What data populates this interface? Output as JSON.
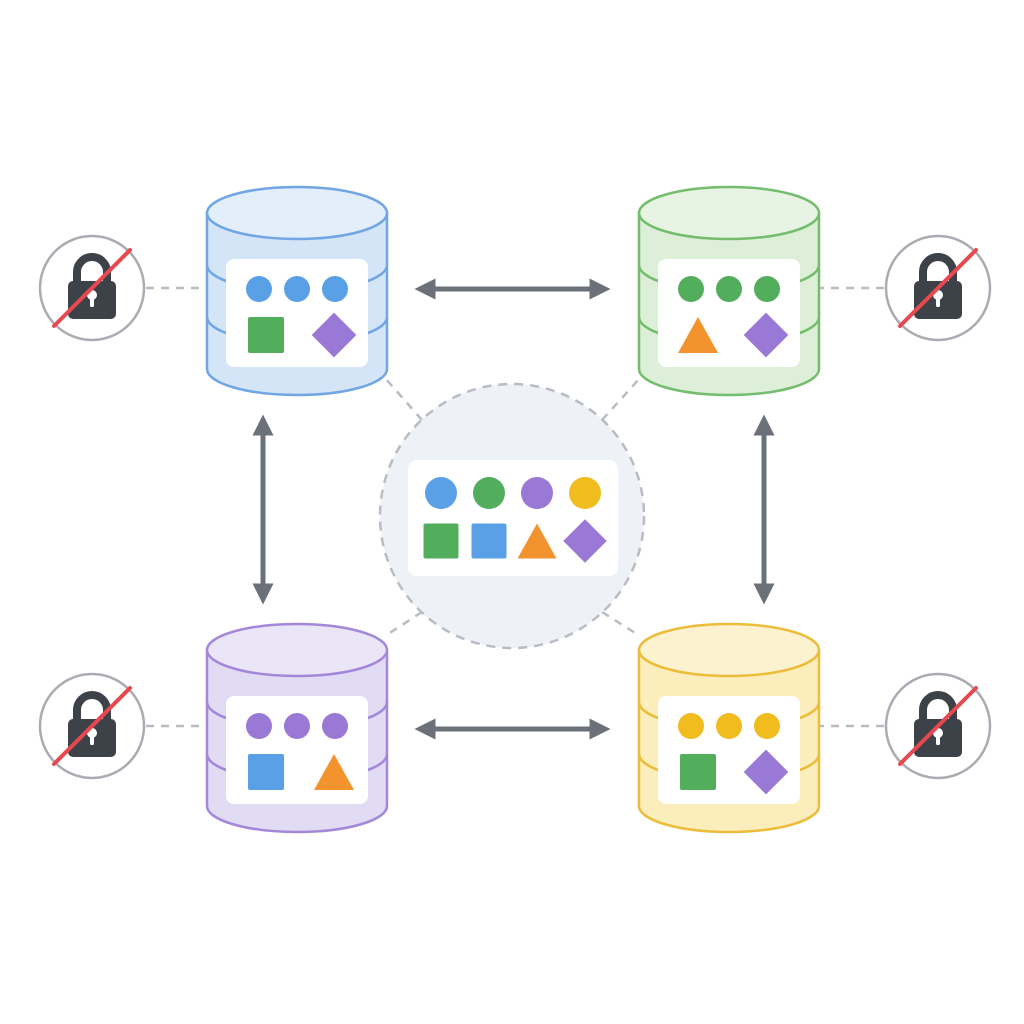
{
  "colors": {
    "background": "#ffffff",
    "arrow": "#6b7079",
    "dashed_link": "#b9bdc3",
    "hub_fill": "#eef2f7",
    "hub_stroke": "#b9bdc3",
    "card": "#ffffff",
    "lock_body": "#3d4148",
    "lock_circle_stroke": "#a9adb3",
    "slash": "#e8484f"
  },
  "shape_colors": {
    "blue": "#5aa0e6",
    "green": "#52ad5c",
    "purple": "#9a78d6",
    "yellow": "#f0bc1e",
    "orange": "#f2932e"
  },
  "databases": [
    {
      "id": "blue",
      "fill": "#d5e5f8",
      "top_fill": "#e3eefb",
      "stroke": "#6fa6e3",
      "dots": [
        "blue",
        "blue",
        "blue"
      ],
      "shapes": [
        {
          "kind": "square",
          "color": "green"
        },
        {
          "kind": "diamond",
          "color": "purple"
        }
      ]
    },
    {
      "id": "green",
      "fill": "#ddefd8",
      "top_fill": "#e7f4e3",
      "stroke": "#74bd6c",
      "dots": [
        "green",
        "green",
        "green"
      ],
      "shapes": [
        {
          "kind": "triangle",
          "color": "orange"
        },
        {
          "kind": "diamond",
          "color": "purple"
        }
      ]
    },
    {
      "id": "purple",
      "fill": "#e2dbf4",
      "top_fill": "#ebe5f8",
      "stroke": "#a387d9",
      "dots": [
        "purple",
        "purple",
        "purple"
      ],
      "shapes": [
        {
          "kind": "square",
          "color": "blue"
        },
        {
          "kind": "triangle",
          "color": "orange"
        }
      ]
    },
    {
      "id": "yellow",
      "fill": "#fcedbd",
      "top_fill": "#fdf2cf",
      "stroke": "#ebbd3a",
      "dots": [
        "yellow",
        "yellow",
        "yellow"
      ],
      "shapes": [
        {
          "kind": "square",
          "color": "green"
        },
        {
          "kind": "diamond",
          "color": "purple"
        }
      ]
    }
  ],
  "hub": {
    "dots": [
      "blue",
      "green",
      "purple",
      "yellow"
    ],
    "shapes": [
      {
        "kind": "square",
        "color": "green"
      },
      {
        "kind": "square",
        "color": "blue"
      },
      {
        "kind": "triangle",
        "color": "orange"
      },
      {
        "kind": "diamond",
        "color": "purple"
      }
    ]
  },
  "icons": {
    "lock": "unlocked-lock-icon",
    "arrow": "double-arrow-icon"
  }
}
